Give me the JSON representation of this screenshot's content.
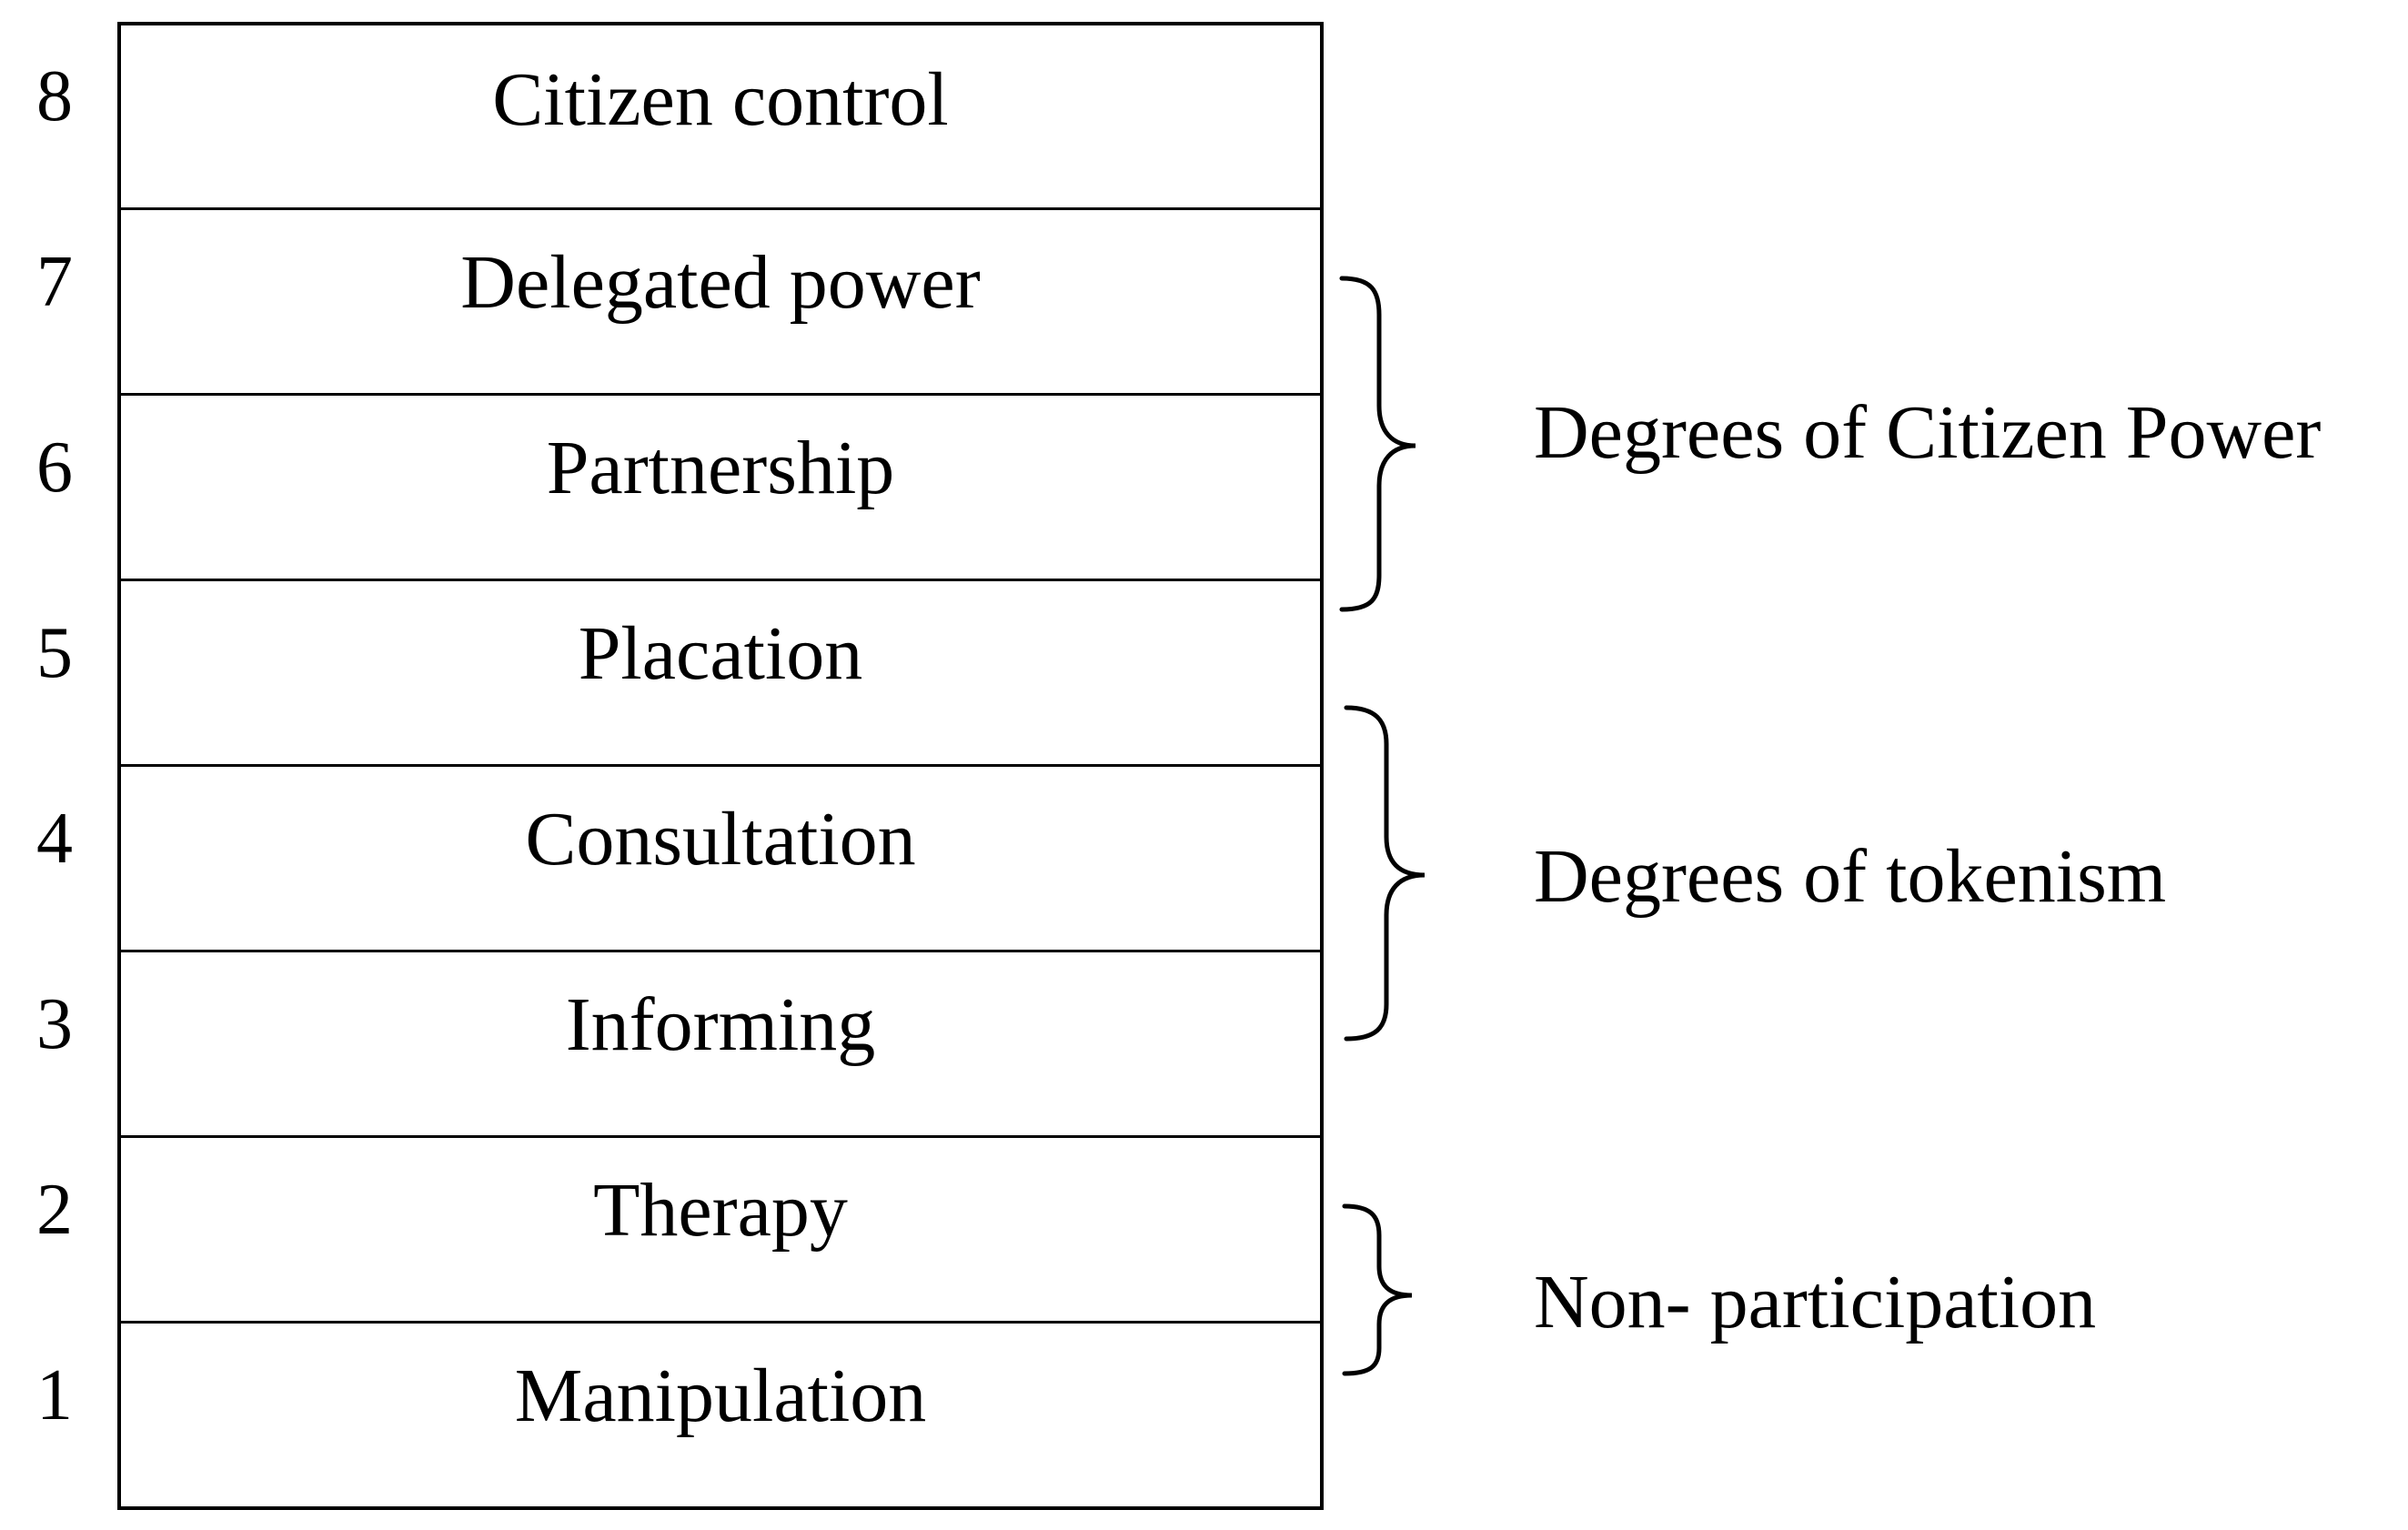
{
  "rungs": [
    {
      "number": "8",
      "label": "Citizen control"
    },
    {
      "number": "7",
      "label": "Delegated power"
    },
    {
      "number": "6",
      "label": "Partnership"
    },
    {
      "number": "5",
      "label": "Placation"
    },
    {
      "number": "4",
      "label": "Consultation"
    },
    {
      "number": "3",
      "label": "Informing"
    },
    {
      "number": "2",
      "label": "Therapy"
    },
    {
      "number": "1",
      "label": "Manipulation"
    }
  ],
  "groups": [
    {
      "label": "Degrees of Citizen Power"
    },
    {
      "label": "Degrees of tokenism"
    },
    {
      "label": "Non- participation"
    }
  ]
}
